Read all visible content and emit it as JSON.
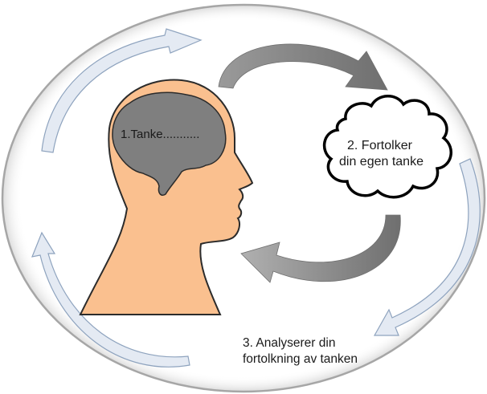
{
  "diagram": {
    "step1_label": "1.Tanke...........",
    "step2_line1": "2. Fortolker",
    "step2_line2": "din egen tanke",
    "step3_line1": "3. Analyserer din",
    "step3_line2": "fortolkning av tanken"
  },
  "colors": {
    "skin": "#fac08f",
    "brain": "#7f7f7f",
    "outline": "#2b2b2b",
    "arrow_dark": "#8c8c8c",
    "arrow_light": "#dfe7f2",
    "ellipse": "#a6a6a6"
  }
}
